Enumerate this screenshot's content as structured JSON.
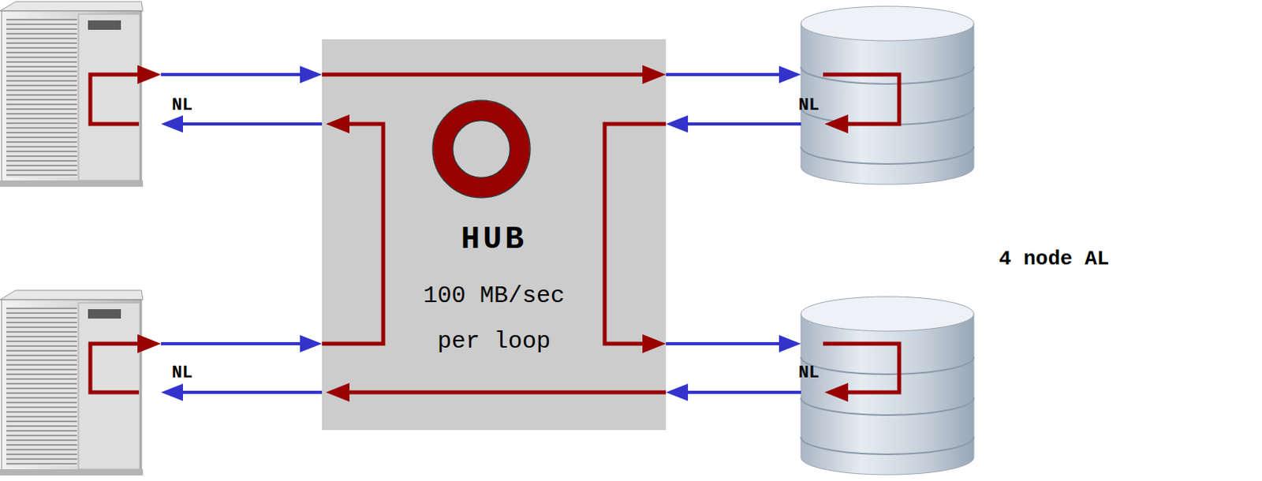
{
  "diagram": {
    "nodes": [
      {
        "text": [
          "HUB",
          "100 MB/sec per loop"
        ]
      }
    ],
    "labels": [
      "NL",
      "NL",
      "NL",
      "NL",
      "4 node AL"
    ]
  }
}
